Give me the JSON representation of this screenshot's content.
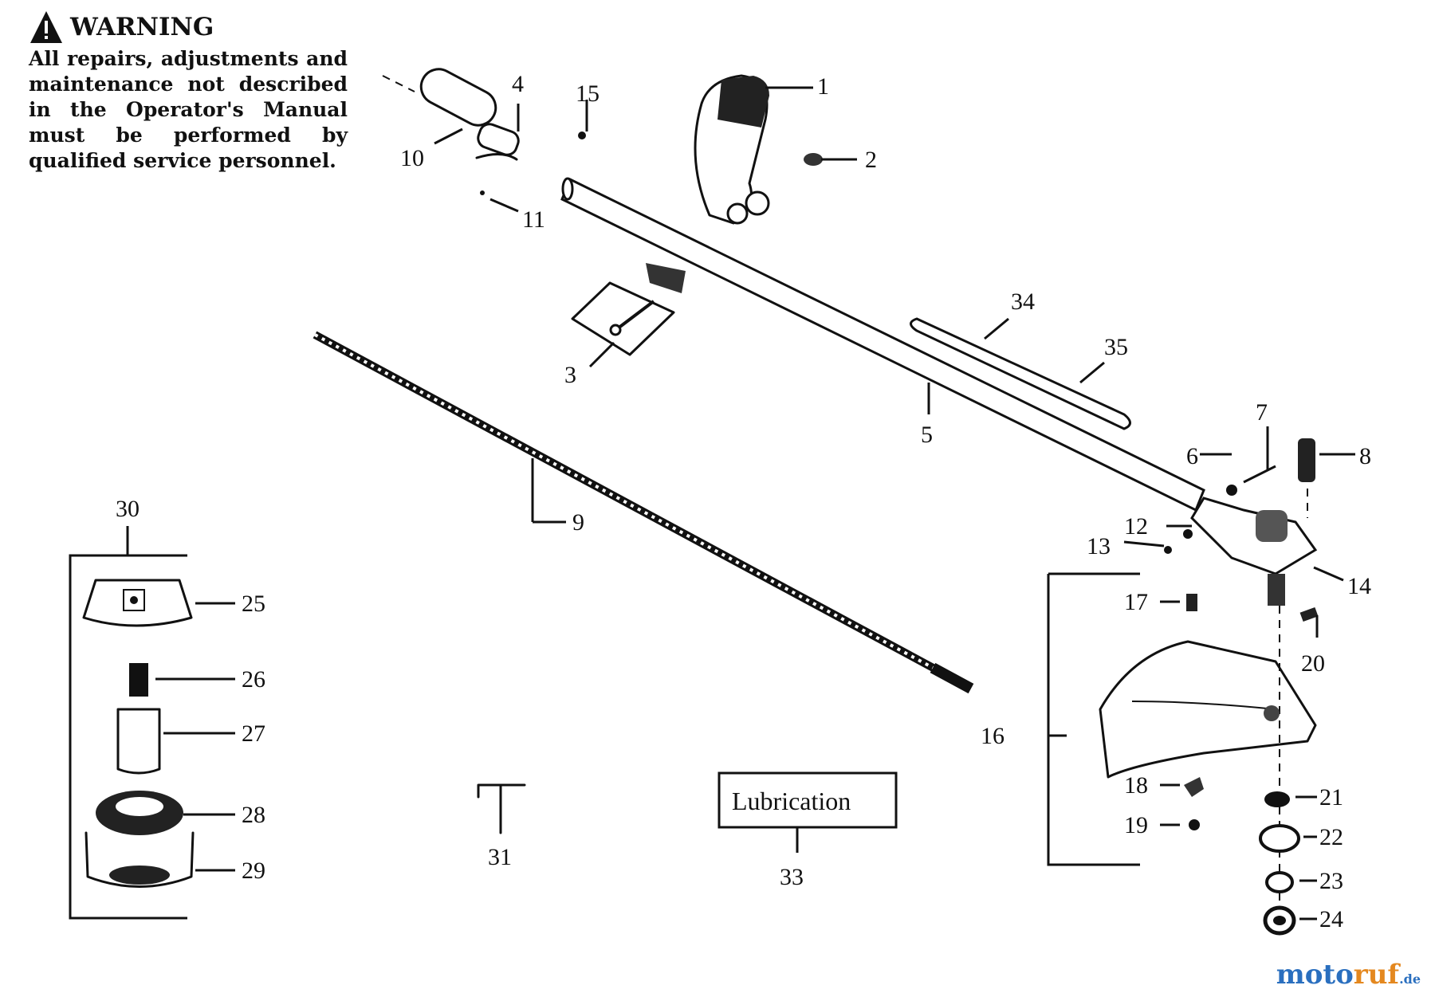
{
  "warning": {
    "title": "WARNING",
    "body": "All repairs, adjustments and maintenance not described in the Operator's Manual must be performed by qualified service personnel."
  },
  "labels": {
    "n1": "1",
    "n2": "2",
    "n3": "3",
    "n4": "4",
    "n5": "5",
    "n6": "6",
    "n7": "7",
    "n8": "8",
    "n9": "9",
    "n10": "10",
    "n11": "11",
    "n12": "12",
    "n13": "13",
    "n14": "14",
    "n15": "15",
    "n16": "16",
    "n17": "17",
    "n18": "18",
    "n19": "19",
    "n20": "20",
    "n21": "21",
    "n22": "22",
    "n23": "23",
    "n24": "24",
    "n25": "25",
    "n26": "26",
    "n27": "27",
    "n28": "28",
    "n29": "29",
    "n30": "30",
    "n31": "31",
    "n33": "33",
    "n34": "34",
    "n35": "35"
  },
  "lubrication_label": "Lubrication",
  "watermark": {
    "main_a": "moto",
    "main_b": "ruf",
    "suffix": ".de"
  }
}
